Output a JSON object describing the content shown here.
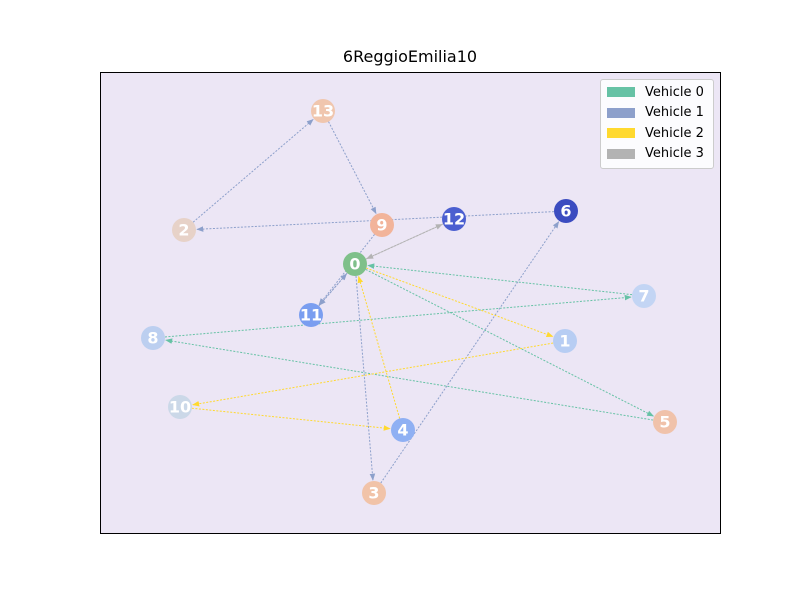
{
  "title": "6ReggioEmilia10",
  "legend": [
    {
      "label": "Vehicle 0",
      "color": "#66c2a5"
    },
    {
      "label": "Vehicle 1",
      "color": "#8da0cb"
    },
    {
      "label": "Vehicle 2",
      "color": "#ffd92f"
    },
    {
      "label": "Vehicle 3",
      "color": "#b3b3b3"
    }
  ],
  "nodes": [
    {
      "id": "0",
      "color": "#7fc08a"
    },
    {
      "id": "1",
      "color": "#b7cdf3"
    },
    {
      "id": "2",
      "color": "#e7d2c8"
    },
    {
      "id": "3",
      "color": "#f1c3a8"
    },
    {
      "id": "4",
      "color": "#8fb0f3"
    },
    {
      "id": "5",
      "color": "#f0c2aa"
    },
    {
      "id": "6",
      "color": "#3b4cc0"
    },
    {
      "id": "7",
      "color": "#c3d5f4"
    },
    {
      "id": "8",
      "color": "#bccff0"
    },
    {
      "id": "9",
      "color": "#f2b49a"
    },
    {
      "id": "10",
      "color": "#cbd8e8"
    },
    {
      "id": "11",
      "color": "#7a9ef0"
    },
    {
      "id": "12",
      "color": "#4b5fd0"
    },
    {
      "id": "13",
      "color": "#f0c6ae"
    }
  ],
  "edges": [
    {
      "from": "0",
      "to": "5",
      "vehicle": 0
    },
    {
      "from": "5",
      "to": "8",
      "vehicle": 0
    },
    {
      "from": "8",
      "to": "7",
      "vehicle": 0
    },
    {
      "from": "7",
      "to": "0",
      "vehicle": 0
    },
    {
      "from": "0",
      "to": "11",
      "vehicle": 1
    },
    {
      "from": "11",
      "to": "0",
      "vehicle": 1
    },
    {
      "from": "0",
      "to": "3",
      "vehicle": 1
    },
    {
      "from": "3",
      "to": "6",
      "vehicle": 1
    },
    {
      "from": "6",
      "to": "2",
      "vehicle": 1
    },
    {
      "from": "2",
      "to": "13",
      "vehicle": 1
    },
    {
      "from": "13",
      "to": "9",
      "vehicle": 1
    },
    {
      "from": "9",
      "to": "11",
      "vehicle": 1
    },
    {
      "from": "0",
      "to": "1",
      "vehicle": 2
    },
    {
      "from": "1",
      "to": "10",
      "vehicle": 2
    },
    {
      "from": "10",
      "to": "4",
      "vehicle": 2
    },
    {
      "from": "4",
      "to": "0",
      "vehicle": 2
    },
    {
      "from": "0",
      "to": "12",
      "vehicle": 3
    },
    {
      "from": "12",
      "to": "0",
      "vehicle": 3
    }
  ]
}
